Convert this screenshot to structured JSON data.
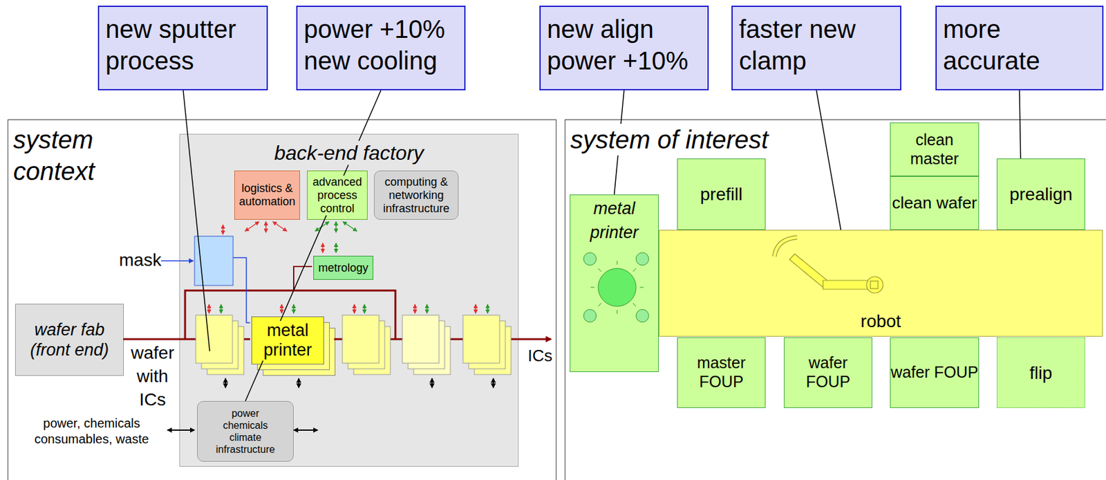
{
  "diagram": {
    "nodes": [
      {
        "text": [
          "new sputter process"
        ]
      },
      {
        "text": [
          "power +10% new cooling"
        ]
      },
      {
        "text": [
          "new align power +10%"
        ]
      },
      {
        "text": [
          "faster new clamp"
        ]
      },
      {
        "text": [
          "more accurate"
        ]
      },
      {
        "text": [
          "system context"
        ]
      },
      {
        "text": [
          "back-end factory"
        ],
        "in": 5
      },
      {
        "text": [
          "logistics & automation"
        ],
        "in": 6
      },
      {
        "text": [
          "advanced process control"
        ],
        "in": 6
      },
      {
        "text": [
          "computing & networking infrastructure"
        ],
        "in": 6
      },
      {
        "text": [
          "metrology"
        ],
        "in": 6
      },
      {
        "text": [
          "metal printer"
        ],
        "in": 6
      },
      {
        "text": [
          "power chemicals climate infrastructure"
        ],
        "in": 6
      },
      {
        "text": [
          "wafer fab (front end)"
        ],
        "in": 5
      },
      {
        "text": [
          "system of interest"
        ]
      },
      {
        "text": [
          "metal printer"
        ],
        "in": 14
      },
      {
        "text": [
          "prefill"
        ],
        "in": 14
      },
      {
        "text": [
          "clean master"
        ],
        "in": 14
      },
      {
        "text": [
          "clean wafer"
        ],
        "in": 14
      },
      {
        "text": [
          "prealign"
        ],
        "in": 14
      },
      {
        "text": [
          "robot"
        ],
        "in": 14
      },
      {
        "text": [
          "master FOUP"
        ],
        "in": 14
      },
      {
        "text": [
          "wafer FOUP"
        ],
        "in": 14
      },
      {
        "text": [
          "wafer FOUP"
        ],
        "in": 14
      },
      {
        "text": [
          "flip"
        ],
        "in": 14
      }
    ],
    "edges": [
      {
        "from": 1,
        "to": 12,
        "arrow": "none"
      },
      {
        "from": 2,
        "to": 15,
        "arrow": "none"
      },
      {
        "from": 3,
        "to": 20,
        "arrow": "none"
      },
      {
        "from": 4,
        "to": 19,
        "arrow": "none"
      }
    ],
    "labels": [
      "mask",
      "wafer with ICs",
      "ICs",
      "power, chemicals consumables, waste"
    ]
  }
}
